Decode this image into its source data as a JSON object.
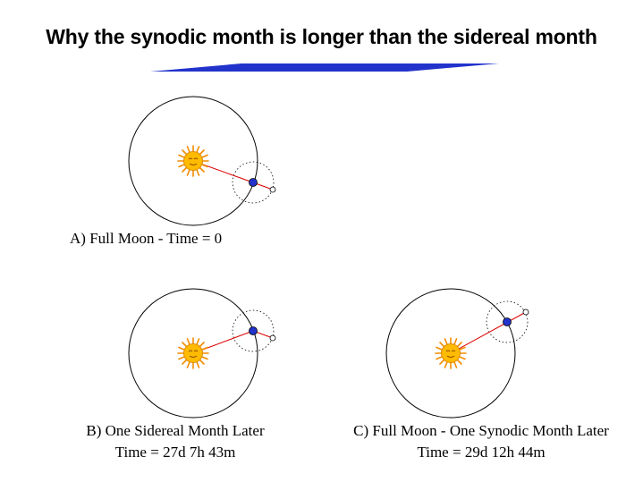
{
  "title": "Why the synodic month is longer than the sidereal month",
  "colors": {
    "title_bar": "#2233cc",
    "orbit": "#000000",
    "sun_line": "#dd0000",
    "earth": "#2233cc",
    "sun": "#ffaa00"
  },
  "panels": [
    {
      "label": "A) Full Moon - Time = 0",
      "time": ""
    },
    {
      "label": "B) One Sidereal Month Later",
      "time": "Time = 27d 7h 43m"
    },
    {
      "label": "C) Full Moon - One Synodic Month Later",
      "time": "Time = 29d 12h 44m"
    }
  ]
}
